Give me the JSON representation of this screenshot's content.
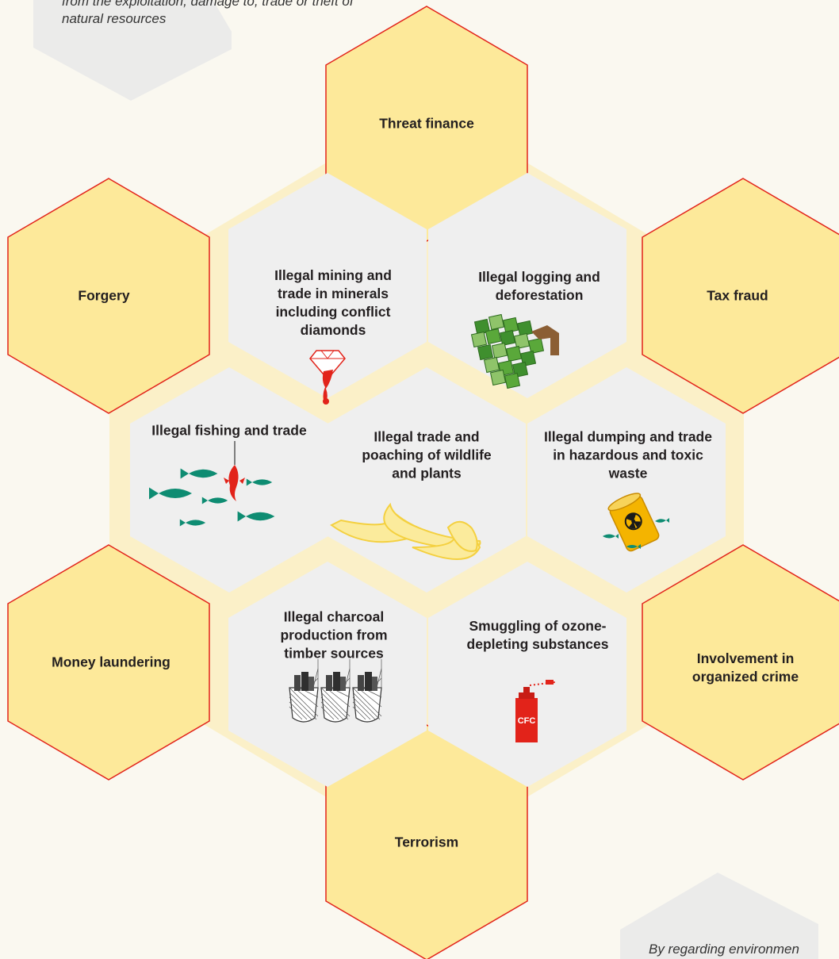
{
  "notes": {
    "top": "from the exploitation, damage to, trade or theft of natural resources",
    "bottom": "By regarding environmen"
  },
  "colors": {
    "background": "#faf8f0",
    "band": "#fbf0c8",
    "outer_fill": "#fde99a",
    "outer_stroke": "#e2231a",
    "inner_fill": "#efefef",
    "note_shape": "#ebebea",
    "icon_green": "#0e8c72",
    "icon_red": "#e2231a"
  },
  "outer_crimes": [
    {
      "id": "threat-finance",
      "label": "Threat finance"
    },
    {
      "id": "forgery",
      "label": "Forgery"
    },
    {
      "id": "tax-fraud",
      "label": "Tax fraud"
    },
    {
      "id": "money-laundering",
      "label": "Money laundering"
    },
    {
      "id": "organized-crime",
      "label": "Involvement in organized crime"
    },
    {
      "id": "terrorism",
      "label": "Terrorism"
    }
  ],
  "environmental_crimes": [
    {
      "id": "mining",
      "label": "Illegal mining and trade in minerals including conflict diamonds",
      "icon": "diamond-icon"
    },
    {
      "id": "logging",
      "label": "Illegal logging and deforestation",
      "icon": "logging-icon"
    },
    {
      "id": "fishing",
      "label": "Illegal fishing and trade",
      "icon": "fish-icon"
    },
    {
      "id": "wildlife",
      "label": "Illegal trade and poaching of wildlife and plants",
      "icon": "ivory-tusk-icon"
    },
    {
      "id": "dumping",
      "label": "Illegal dumping and trade in hazardous and toxic waste",
      "icon": "toxic-barrel-icon"
    },
    {
      "id": "charcoal",
      "label": "Illegal charcoal production from timber sources",
      "icon": "charcoal-bag-icon"
    },
    {
      "id": "ozone",
      "label": "Smuggling of ozone-depleting substances",
      "icon": "cfc-spray-can-icon"
    }
  ],
  "cfc_label": "CFC"
}
